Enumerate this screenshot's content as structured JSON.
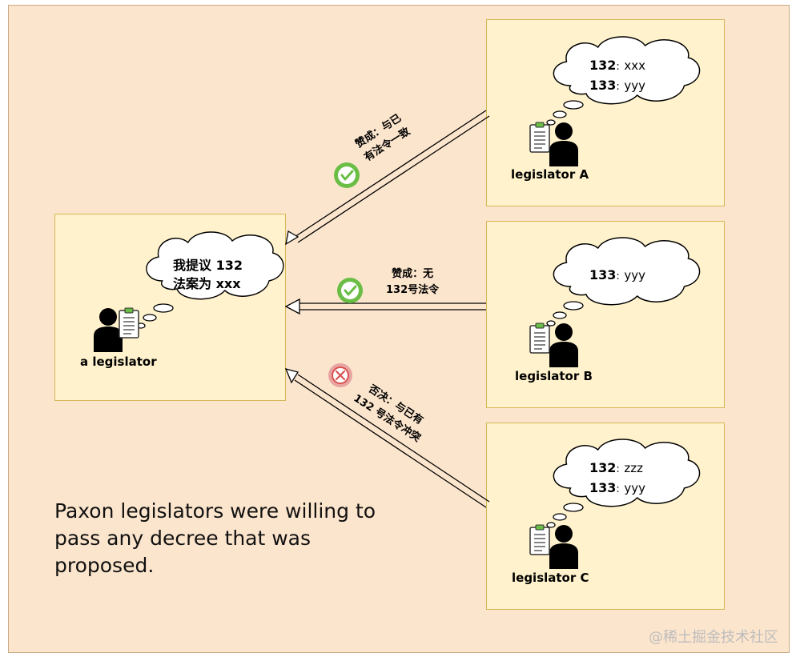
{
  "main": {
    "thought_line1": "我提议 132",
    "thought_line2": "法案为 xxx",
    "label": "a legislator"
  },
  "legislator_a": {
    "label": "legislator A",
    "entries": [
      {
        "num": "132",
        "sep": ":",
        "val": "xxx"
      },
      {
        "num": "133",
        "sep": ":",
        "val": "yyy"
      }
    ]
  },
  "legislator_b": {
    "label": "legislator B",
    "entries": [
      {
        "num": "133",
        "sep": ":",
        "val": "yyy"
      }
    ]
  },
  "legislator_c": {
    "label": "legislator C",
    "entries": [
      {
        "num": "132",
        "sep": ":",
        "val": "zzz"
      },
      {
        "num": "133",
        "sep": ":",
        "val": "yyy"
      }
    ]
  },
  "votes": {
    "a_line1": "赞成：与已",
    "a_line2": "有法令一致",
    "b_line1": "赞成：无",
    "b_line2": "132号法令",
    "c_line1": "否决：与已有",
    "c_line2": "132 号法令冲突"
  },
  "caption": "Paxon legislators were willing to pass any decree that was proposed.",
  "watermark": "@稀土掘金技术社区",
  "colors": {
    "background": "#fce5cd",
    "box_fill": "#fff2cc",
    "approve_icon": "#6abe45",
    "reject_icon": "#d9534f"
  }
}
